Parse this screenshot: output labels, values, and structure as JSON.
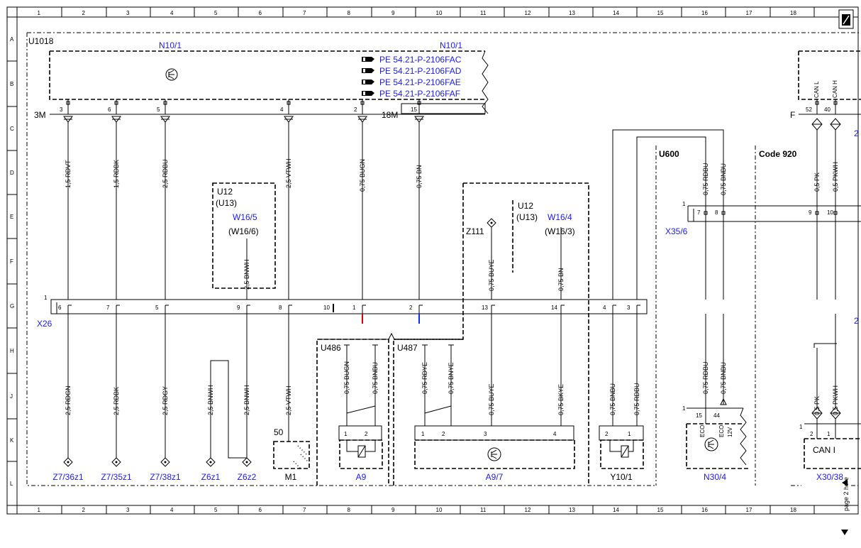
{
  "grid": {
    "columns": [
      "1",
      "2",
      "3",
      "4",
      "5",
      "6",
      "7",
      "8",
      "9",
      "10",
      "11",
      "12",
      "13",
      "14",
      "15",
      "16",
      "17",
      "18"
    ],
    "rows": [
      "A",
      "B",
      "C",
      "D",
      "E",
      "F",
      "G",
      "H",
      "J",
      "K",
      "L"
    ]
  },
  "corner_icon": "page-icon",
  "components": {
    "main_module": "U1018",
    "n10_left": "N10/1",
    "n10_right": "N10/1",
    "conn_3m": "3M",
    "conn_18m": "18M",
    "connector_x26": "X26",
    "u12_left": "U12",
    "u13_left": "(U13)",
    "w16_5": "W16/5",
    "w16_6": "(W16/6)",
    "u12_right": "U12",
    "u13_right": "(U13)",
    "w16_4": "W16/4",
    "w16_3": "(W16/3)",
    "z111": "Z111",
    "u486": "U486",
    "u487": "U487",
    "u600": "U600",
    "code920": "Code 920",
    "x35_6": "X35/6",
    "f_label": "F",
    "can_l": "CAN L",
    "can_h": "CAN H",
    "can_i": "CAN I",
    "pin50": "50",
    "eco1": "ECO",
    "eco2": "ECO",
    "v12": "12V"
  },
  "page_refs": [
    "PE 54.21-P-2106FAC",
    "PE 54.21-P-2106FAD",
    "PE 54.21-P-2106FAE",
    "PE 54.21-P-2106FAF"
  ],
  "pins_top": [
    "3",
    "6",
    "5",
    "4",
    "2",
    "15"
  ],
  "pins_right_top": [
    "52",
    "40"
  ],
  "x26_pins": [
    "6",
    "7",
    "5",
    "9",
    "8",
    "10",
    "1",
    "2",
    "13",
    "14",
    "4",
    "3"
  ],
  "x35_pins": [
    "7",
    "8",
    "9",
    "10"
  ],
  "wires_upper": [
    "1,5 RDVT",
    "1,5 RDBK",
    "2,5 RDBU",
    "2,5 VTWH",
    "0,75 BUGN",
    "0,75 BN",
    "2,5 BNWH",
    "0,75 BUYE",
    "0,75 BN",
    "0,75 RDBU",
    "0,75 BNBU",
    "0,5 PK",
    "0,5 PKWH"
  ],
  "wires_lower": [
    "2,5 RDGN",
    "2,5 RDBK",
    "2,5 RDGY",
    "2,5 BNWH",
    "2,5 BNWH",
    "2,5 VTWH",
    "0,75 BUGN",
    "0,75 BNBU",
    "0,75 RDYE",
    "0,75 BNYE",
    "0,75 BUYE",
    "0,75 BKYE",
    "0,75 BNBU",
    "0,75 RDBU",
    "0,75 RDBU",
    "0,75 BNBU",
    "0,5 PK",
    "0,5 PKWH"
  ],
  "pins_lower": [
    "1",
    "2",
    "1",
    "2",
    "3",
    "4",
    "2",
    "1",
    "15",
    "44",
    "2",
    "1",
    "1",
    "1"
  ],
  "bottom_labels": [
    "Z7/36z1",
    "Z7/35z1",
    "Z7/38z1",
    "Z6z1",
    "Z6z2",
    "M1",
    "A9",
    "A9/7",
    "Y10/1",
    "N30/4",
    "X30/38"
  ],
  "bottom_label_colors": [
    "#1a1aff",
    "#1a1aff",
    "#1a1aff",
    "#1a1aff",
    "#1a1aff",
    "#000000",
    "#1a1aff",
    "#1a1aff",
    "#000000",
    "#1a1aff",
    "#1a1aff"
  ],
  "side_note": "page 2 here",
  "side_markers": [
    "2",
    "2"
  ],
  "colors": {
    "blue_label": "#1a1aff",
    "wire_red": "#e00000",
    "wire_blue": "#0030ff",
    "line": "#000000"
  }
}
